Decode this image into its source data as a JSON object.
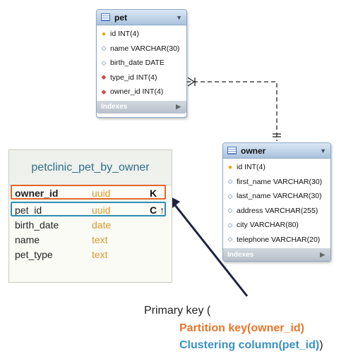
{
  "pet_table": {
    "title": "pet",
    "columns": [
      {
        "icon": "key-icon",
        "text": "id INT(4)"
      },
      {
        "icon": "diamond-icon",
        "text": "name VARCHAR(30)"
      },
      {
        "icon": "diamond-icon",
        "text": "birth_date DATE"
      },
      {
        "icon": "foreign-key-icon",
        "text": "type_id INT(4)"
      },
      {
        "icon": "foreign-key-icon",
        "text": "owner_id INT(4)"
      }
    ],
    "footer": "Indexes"
  },
  "owner_table": {
    "title": "owner",
    "columns": [
      {
        "icon": "key-icon",
        "text": "id INT(4)"
      },
      {
        "icon": "diamond-icon",
        "text": "first_name VARCHAR(30)"
      },
      {
        "icon": "diamond-icon",
        "text": "last_name VARCHAR(30)"
      },
      {
        "icon": "diamond-icon",
        "text": "address VARCHAR(255)"
      },
      {
        "icon": "diamond-icon",
        "text": "city VARCHAR(80)"
      },
      {
        "icon": "diamond-icon",
        "text": "telephone VARCHAR(20)"
      }
    ],
    "footer": "Indexes"
  },
  "cql_table": {
    "title": "petclinic_pet_by_owner",
    "rows": [
      {
        "name": "owner_id",
        "type": "uuid",
        "key": "K"
      },
      {
        "name": "pet_id",
        "type": "uuid",
        "key": "C ↑"
      },
      {
        "name": "birth_date",
        "type": "date",
        "key": ""
      },
      {
        "name": "name",
        "type": "text",
        "key": ""
      },
      {
        "name": "pet_type",
        "type": "text",
        "key": ""
      }
    ]
  },
  "caption": {
    "line1": "Primary key (",
    "line2": "Partition key(owner_id)",
    "line3": "Clustering column(pet_id)",
    "line3_close": ")"
  },
  "colors": {
    "partition": "#e0672a",
    "clustering": "#2f8db0",
    "arrow": "#1f2340"
  }
}
